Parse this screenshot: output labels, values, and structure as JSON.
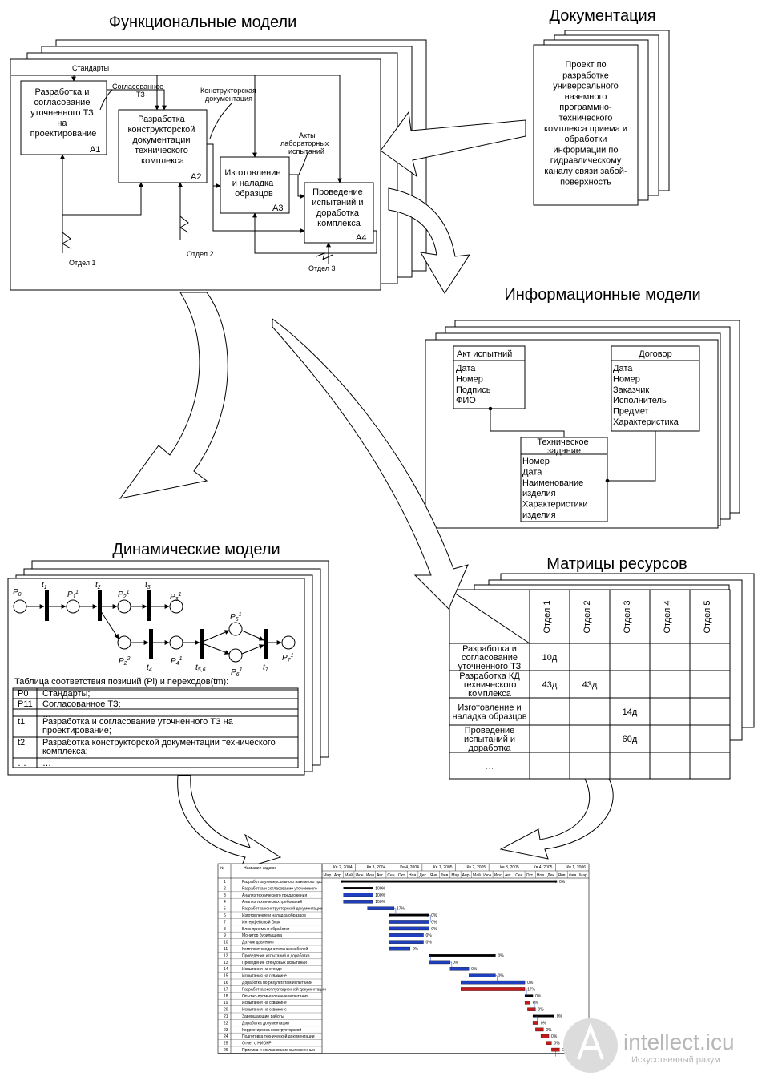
{
  "titles": {
    "functional": "Функциональные модели",
    "documentation": "Документация",
    "informational": "Информационные модели",
    "dynamic": "Динамические модели",
    "resources": "Матрицы ресурсов"
  },
  "idef0": {
    "a1": [
      "Разработка и",
      "согласование",
      "уточненного ТЗ",
      "на",
      "проектирование"
    ],
    "a1_id": "А1",
    "a2": [
      "Разработка",
      "конструкторской",
      "документации",
      "технического",
      "комплекса"
    ],
    "a2_id": "А2",
    "a3": [
      "Изготовление",
      "и наладка",
      "образцов"
    ],
    "a3_id": "А3",
    "a4": [
      "Проведение",
      "испытаний и",
      "доработка",
      "комплекса"
    ],
    "a4_id": "А4",
    "standards": "Стандарты",
    "agreed_tz": [
      "Согласованное",
      "ТЗ"
    ],
    "design_docs": [
      "Конструкторская",
      "документация"
    ],
    "lab_tests": [
      "Акты",
      "лабораторных",
      "испытаний"
    ],
    "dept1": "Отдел 1",
    "dept2": "Отдел 2",
    "dept3": "Отдел 3"
  },
  "documentation": {
    "lines": [
      "Проект по",
      "разработке",
      "универсального",
      "наземного",
      "программно-",
      "технического",
      "комплекса приема и",
      "обработки",
      "информации по",
      "гидравлическому",
      "каналу связи забой-",
      "поверхность"
    ]
  },
  "er": {
    "act": {
      "title": "Акт испытний",
      "fields": [
        "Дата",
        "Номер",
        "Подпись",
        "ФИО"
      ]
    },
    "contract": {
      "title": "Договор",
      "fields": [
        "Дата",
        "Номер",
        "Заказчик",
        "Исполнитель",
        "Предмет",
        "Характеристика"
      ]
    },
    "tz": {
      "title": [
        "Техническое",
        "задание"
      ],
      "fields": [
        "Номер",
        "Дата",
        "Наименование",
        "изделия",
        "Характеристики",
        "изделия"
      ]
    }
  },
  "petri": {
    "p0": "P",
    "p0_sub": "0",
    "places": [
      {
        "main": "P",
        "sub": "1",
        "sup": "1"
      },
      {
        "main": "P",
        "sub": "2",
        "sup": "1"
      },
      {
        "main": "P",
        "sub": "3",
        "sup": "1"
      },
      {
        "main": "P",
        "sub": "2",
        "sup": "2"
      },
      {
        "main": "P",
        "sub": "4",
        "sup": "1"
      },
      {
        "main": "P",
        "sub": "5",
        "sup": "1"
      },
      {
        "main": "P",
        "sub": "6",
        "sup": "1"
      },
      {
        "main": "P",
        "sub": "7",
        "sup": "1"
      }
    ],
    "transitions": [
      {
        "main": "t",
        "sub": "1"
      },
      {
        "main": "t",
        "sub": "2"
      },
      {
        "main": "t",
        "sub": "3"
      },
      {
        "main": "t",
        "sub": "4"
      },
      {
        "main": "t",
        "sub": "5,6"
      },
      {
        "main": "t",
        "sub": "7"
      }
    ],
    "table_caption": "Таблица соответствия позиций (Pi) и переходов(tm):",
    "rows": [
      {
        "code": "P0",
        "text": [
          "Стандарты;"
        ]
      },
      {
        "code": "P11",
        "text": [
          "Согласованное ТЗ;"
        ]
      },
      {
        "code": "",
        "text": [
          "…"
        ]
      },
      {
        "code": "t1",
        "text": [
          "Разработка и согласование уточненного ТЗ на",
          "проектирование;"
        ]
      },
      {
        "code": "t2",
        "text": [
          "Разработка конструкторской документации технического",
          "комплекса;"
        ]
      },
      {
        "code": "…",
        "text": [
          "…"
        ]
      }
    ]
  },
  "matrix": {
    "columns": [
      "Отдел 1",
      "Отдел 2",
      "Отдел 3",
      "Отдел 4",
      "Отдел 5"
    ],
    "rows": [
      {
        "label": [
          "Разработка и",
          "согласование",
          "уточненного ТЗ"
        ],
        "cells": [
          "10д",
          "",
          "",
          "",
          ""
        ]
      },
      {
        "label": [
          "Разработка КД",
          "технического",
          "комплекса"
        ],
        "cells": [
          "43д",
          "43д",
          "",
          "",
          ""
        ]
      },
      {
        "label": [
          "Изготовление и",
          "наладка образцов"
        ],
        "cells": [
          "",
          "",
          "14д",
          "",
          ""
        ]
      },
      {
        "label": [
          "Проведение",
          "испытаний и",
          "доработка"
        ],
        "cells": [
          "",
          "",
          "60д",
          "",
          ""
        ]
      },
      {
        "label": [
          "…"
        ],
        "cells": [
          "",
          "",
          "",
          "",
          ""
        ]
      }
    ]
  },
  "gantt": {
    "headers": [
      "№",
      "Название задачи"
    ],
    "quarters": [
      "Кв 2, 2004",
      "Кв 3, 2004",
      "Кв 4, 2004",
      "Кв 1, 2005",
      "Кв 2, 2005",
      "Кв 3, 2005",
      "Кв 4, 2005",
      "Кв 1, 2006"
    ],
    "months": [
      "Мар",
      "Апр",
      "Май",
      "Июн",
      "Июл",
      "Авг",
      "Сен",
      "Окт",
      "Ноя",
      "Дек",
      "Янв",
      "Фев",
      "Мар",
      "Апр",
      "Май",
      "Июн",
      "Июл",
      "Авг",
      "Сен",
      "Окт",
      "Ноя",
      "Дек",
      "Янв",
      "Фев",
      "Мар"
    ],
    "tasks": [
      {
        "n": "1",
        "name": "Разработка универсального наземного про",
        "s": 0.07,
        "e": 0.88,
        "kind": "summary",
        "pct": "0%"
      },
      {
        "n": "2",
        "name": "Разработка и согласование уточненного",
        "s": 0.08,
        "e": 0.19,
        "kind": "summary",
        "pct": "100%"
      },
      {
        "n": "3",
        "name": "Анализ технического предложения",
        "s": 0.08,
        "e": 0.19,
        "kind": "task",
        "pct": "100%"
      },
      {
        "n": "4",
        "name": "Анализ технических требований",
        "s": 0.08,
        "e": 0.19,
        "kind": "task",
        "pct": "100%"
      },
      {
        "n": "5",
        "name": "Разработка конструкторской документации",
        "s": 0.17,
        "e": 0.27,
        "kind": "task",
        "pct": "17%"
      },
      {
        "n": "6",
        "name": "Изготовление и наладка образцов",
        "s": 0.25,
        "e": 0.4,
        "kind": "summary",
        "pct": "0%"
      },
      {
        "n": "7",
        "name": "Интерфейсный блок",
        "s": 0.25,
        "e": 0.4,
        "kind": "task",
        "pct": "0%"
      },
      {
        "n": "8",
        "name": "Блок приема и обработки",
        "s": 0.25,
        "e": 0.4,
        "kind": "task",
        "pct": "0%"
      },
      {
        "n": "9",
        "name": "Монитор бурильщика",
        "s": 0.25,
        "e": 0.38,
        "kind": "task",
        "pct": "0%"
      },
      {
        "n": "10",
        "name": "Датчик давления",
        "s": 0.25,
        "e": 0.38,
        "kind": "task",
        "pct": "0%"
      },
      {
        "n": "11",
        "name": "Комплект соединительных кабелей",
        "s": 0.25,
        "e": 0.33,
        "kind": "task",
        "pct": "0%"
      },
      {
        "n": "12",
        "name": "Проведение испытаний и доработка",
        "s": 0.4,
        "e": 0.65,
        "kind": "summary",
        "pct": "0%"
      },
      {
        "n": "13",
        "name": "Проведение стендовых испытаний",
        "s": 0.4,
        "e": 0.48,
        "kind": "task",
        "pct": "0%"
      },
      {
        "n": "14",
        "name": "Испытания на стенде",
        "s": 0.48,
        "e": 0.55,
        "kind": "task",
        "pct": "0%"
      },
      {
        "n": "15",
        "name": "Испытания на скважине",
        "s": 0.55,
        "e": 0.65,
        "kind": "task",
        "pct": "0%"
      },
      {
        "n": "16",
        "name": "Доработка по результатам испытаний",
        "s": 0.52,
        "e": 0.76,
        "kind": "task",
        "pct": "0%"
      },
      {
        "n": "17",
        "name": "Разработка эксплуатационной документации",
        "s": 0.52,
        "e": 0.76,
        "kind": "crit",
        "pct": "17%"
      },
      {
        "n": "18",
        "name": "Опытно-промышленные испытания",
        "s": 0.76,
        "e": 0.79,
        "kind": "summary",
        "pct": "0%"
      },
      {
        "n": "19",
        "name": "Испытания на скважине",
        "s": 0.76,
        "e": 0.78,
        "kind": "crit",
        "pct": "0%"
      },
      {
        "n": "20",
        "name": "Испытания на скважине",
        "s": 0.77,
        "e": 0.8,
        "kind": "crit",
        "pct": "0%"
      },
      {
        "n": "21",
        "name": "Завершающие работы",
        "s": 0.79,
        "e": 0.87,
        "kind": "summary",
        "pct": "0%"
      },
      {
        "n": "22",
        "name": "Доработка документации",
        "s": 0.79,
        "e": 0.81,
        "kind": "crit",
        "pct": "0%"
      },
      {
        "n": "23",
        "name": "Корректировка конструкторской",
        "s": 0.8,
        "e": 0.83,
        "kind": "crit",
        "pct": "0%"
      },
      {
        "n": "24",
        "name": "Подготовка технической документации",
        "s": 0.82,
        "e": 0.85,
        "kind": "crit",
        "pct": "0%"
      },
      {
        "n": "25",
        "name": "Отчет о НИОКР",
        "s": 0.84,
        "e": 0.86,
        "kind": "crit",
        "pct": "0%"
      },
      {
        "n": "26",
        "name": "Приемка и согласование выполненных",
        "s": 0.86,
        "e": 0.89,
        "kind": "crit",
        "pct": "0%"
      }
    ]
  },
  "watermark": {
    "site": "intellect.icu",
    "tagline": "Искусственный разум"
  }
}
